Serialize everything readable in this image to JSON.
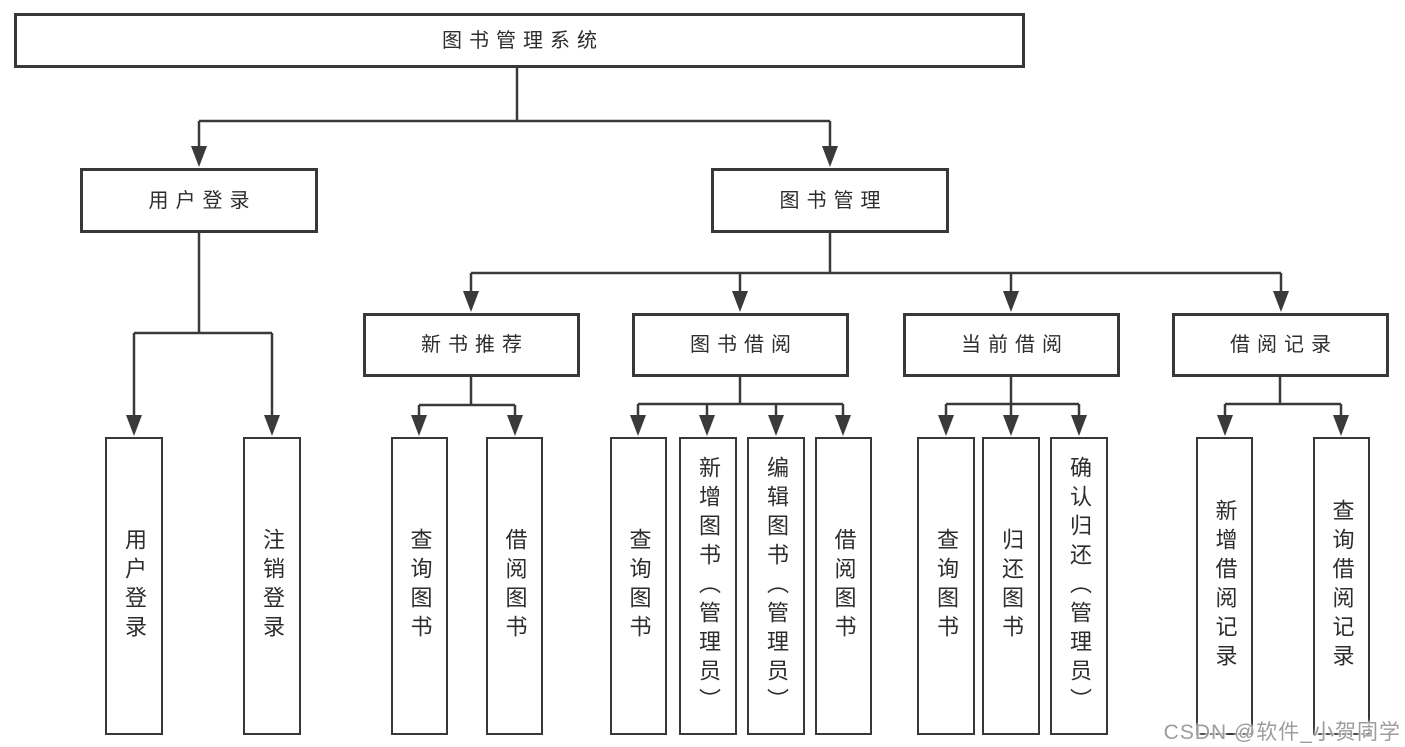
{
  "diagram": {
    "type": "hierarchy-tree",
    "colors": {
      "background": "#ffffff",
      "line": "#3a3a3a",
      "box_border": "#383838",
      "box_fill": "#ffffff",
      "text": "#2d2d2d",
      "watermark": "#9d9d9d"
    },
    "nodes": {
      "root": "图书管理系统",
      "user_login": "用户登录",
      "book_mgmt": "图书管理",
      "new_book_rec": "新书推荐",
      "book_borrow": "图书借阅",
      "current_borrow": "当前借阅",
      "borrow_records": "借阅记录",
      "leaf_user_login": "用户登录",
      "leaf_logout": "注销登录",
      "leaf_query_book_a": "查询图书",
      "leaf_borrow_book_a": "借阅图书",
      "leaf_query_book_b": "查询图书",
      "leaf_add_book": "新增图书（管理员）",
      "leaf_edit_book": "编辑图书（管理员）",
      "leaf_borrow_book_b": "借阅图书",
      "leaf_query_book_c": "查询图书",
      "leaf_return_book": "归还图书",
      "leaf_confirm_return": "确认归还（管理员）",
      "leaf_add_record": "新增借阅记录",
      "leaf_query_record": "查询借阅记录"
    },
    "hierarchy": {
      "图书管理系统": {
        "用户登录": [
          "用户登录",
          "注销登录"
        ],
        "图书管理": {
          "新书推荐": [
            "查询图书",
            "借阅图书"
          ],
          "图书借阅": [
            "查询图书",
            "新增图书（管理员）",
            "编辑图书（管理员）",
            "借阅图书"
          ],
          "当前借阅": [
            "查询图书",
            "归还图书",
            "确认归还（管理员）"
          ],
          "借阅记录": [
            "新增借阅记录",
            "查询借阅记录"
          ]
        }
      }
    },
    "watermark": "CSDN @软件_小贺同学"
  }
}
